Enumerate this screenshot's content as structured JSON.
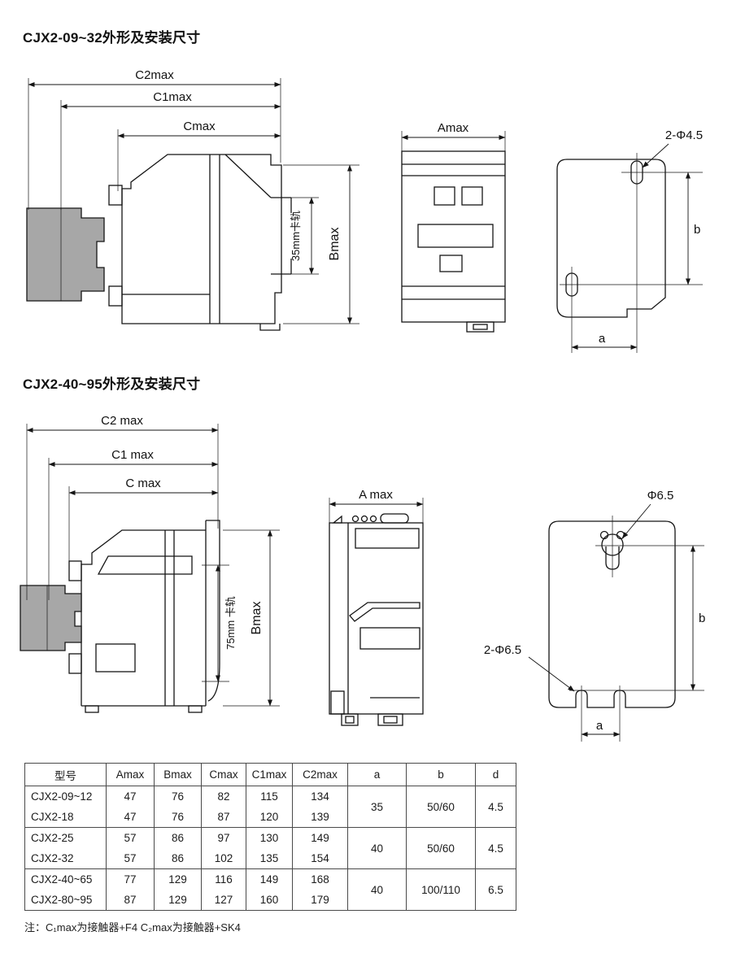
{
  "page": {
    "section1_title": "CJX2-09~32外形及安装尺寸",
    "section2_title": "CJX2-40~95外形及安装尺寸",
    "note": "注：C₁max为接触器+F4   C₂max为接触器+SK4"
  },
  "drawing1": {
    "c2max": "C2max",
    "c1max": "C1max",
    "cmax": "Cmax",
    "bmax": "Bmax",
    "rail": "35mm卡轨"
  },
  "drawing2": {
    "amax": "Amax"
  },
  "drawing3": {
    "holes": "2-Φ4.5",
    "a": "a",
    "b": "b"
  },
  "drawing4": {
    "c2max": "C2 max",
    "c1max": "C1 max",
    "cmax": "C max",
    "bmax": "Bmax",
    "rail": "75mm 卡轨"
  },
  "drawing5": {
    "amax": "A max"
  },
  "drawing6": {
    "hole_top": "Φ6.5",
    "holes_bottom": "2-Φ6.5",
    "a": "a",
    "b": "b"
  },
  "table": {
    "headers": [
      "型号",
      "Amax",
      "Bmax",
      "Cmax",
      "C1max",
      "C2max",
      "a",
      "b",
      "d"
    ],
    "groups": [
      {
        "rows": [
          {
            "model": "CJX2-09~12",
            "amax": "47",
            "bmax": "76",
            "cmax": "82",
            "c1max": "115",
            "c2max": "134"
          },
          {
            "model": "CJX2-18",
            "amax": "47",
            "bmax": "76",
            "cmax": "87",
            "c1max": "120",
            "c2max": "139"
          }
        ],
        "a": "35",
        "b": "50/60",
        "d": "4.5"
      },
      {
        "rows": [
          {
            "model": "CJX2-25",
            "amax": "57",
            "bmax": "86",
            "cmax": "97",
            "c1max": "130",
            "c2max": "149"
          },
          {
            "model": "CJX2-32",
            "amax": "57",
            "bmax": "86",
            "cmax": "102",
            "c1max": "135",
            "c2max": "154"
          }
        ],
        "a": "40",
        "b": "50/60",
        "d": "4.5"
      },
      {
        "rows": [
          {
            "model": "CJX2-40~65",
            "amax": "77",
            "bmax": "129",
            "cmax": "116",
            "c1max": "149",
            "c2max": "168"
          },
          {
            "model": "CJX2-80~95",
            "amax": "87",
            "bmax": "129",
            "cmax": "127",
            "c1max": "160",
            "c2max": "179"
          }
        ],
        "a": "40",
        "b": "100/110",
        "d": "6.5"
      }
    ]
  }
}
